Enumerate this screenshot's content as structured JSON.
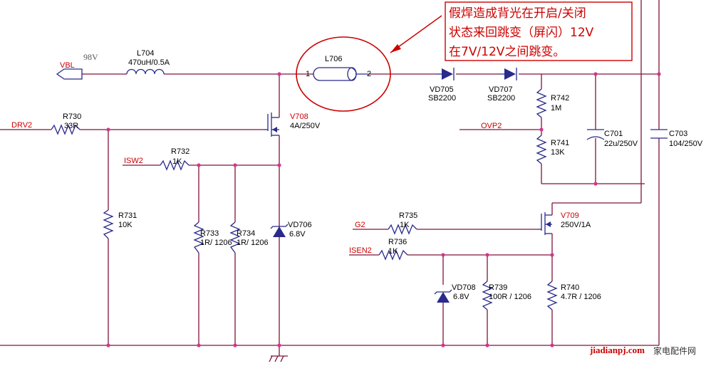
{
  "nets": {
    "vbl": "VBL",
    "vbl_voltage": "98V",
    "drv2": "DRV2",
    "isw2": "ISW2",
    "ovp2": "OVP2",
    "g2": "G2",
    "isen2": "ISEN2"
  },
  "components": {
    "l704": {
      "ref": "L704",
      "value": "470uH/0.5A"
    },
    "l706": {
      "ref": "L706",
      "pin1": "1",
      "pin2": "2"
    },
    "vd705": {
      "ref": "VD705",
      "value": "SB2200"
    },
    "vd707": {
      "ref": "VD707",
      "value": "SB2200"
    },
    "r730": {
      "ref": "R730",
      "value": "33R"
    },
    "v708": {
      "ref": "V708",
      "value": "4A/250V"
    },
    "r732": {
      "ref": "R732",
      "value": "1K"
    },
    "r731": {
      "ref": "R731",
      "value": "10K"
    },
    "r733": {
      "ref": "R733",
      "value": "1R/ 1206"
    },
    "r734": {
      "ref": "R734",
      "value": "1R/ 1206"
    },
    "vd706": {
      "ref": "VD706",
      "value": "6.8V"
    },
    "r742": {
      "ref": "R742",
      "value": "1M"
    },
    "r741": {
      "ref": "R741",
      "value": "13K"
    },
    "c701": {
      "ref": "C701",
      "value": "22u/250V"
    },
    "c703": {
      "ref": "C703",
      "value": "104/250V"
    },
    "r735": {
      "ref": "R735",
      "value": "1K"
    },
    "v709": {
      "ref": "V709",
      "value": "250V/1A"
    },
    "r736": {
      "ref": "R736",
      "value": "1K"
    },
    "vd708": {
      "ref": "VD708",
      "value": "6.8V"
    },
    "r739": {
      "ref": "R739",
      "value": "100R / 1206"
    },
    "r740": {
      "ref": "R740",
      "value": "4.7R / 1206"
    }
  },
  "annotation": {
    "line1": "假焊造成背光在开启/关闭",
    "line2": "状态来回跳变（屏闪）12V",
    "line3": "在7V/12V之间跳变。"
  },
  "watermark": {
    "site": "jiadianpj.com",
    "name": "家电配件网"
  },
  "colors": {
    "wire": "#80143a",
    "component": "#2a2a8c",
    "annotation": "#cc0000",
    "junction": "#d4368c"
  }
}
